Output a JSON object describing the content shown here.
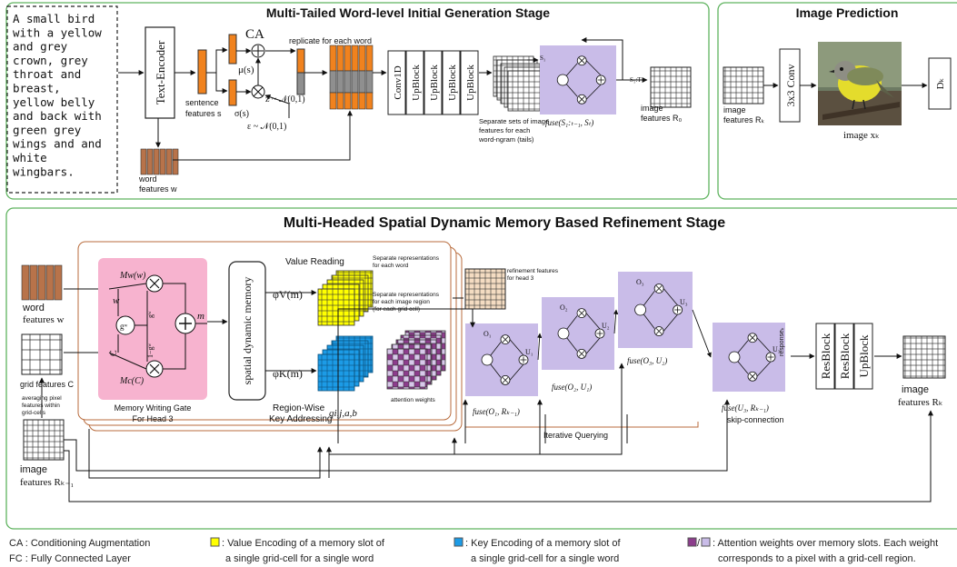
{
  "caption_text": [
    "A small bird",
    "with a yellow",
    "and grey",
    "crown, grey",
    "throat and",
    "breast,",
    "yellow belly",
    "and back with",
    "green grey",
    "wings and and",
    "white",
    "wingbars."
  ],
  "stage1": {
    "title": "Multi-Tailed Word-level Initial Generation Stage",
    "text_encoder": "Text-Encoder",
    "sentence_features": "sentence",
    "sentence_features2": "features s",
    "word_features": "word",
    "word_features2": "features w",
    "ca": "CA",
    "mu": "μ(s)",
    "sigma": "σ(s)",
    "z_eq": "z ~ 𝒩(0,1)",
    "eps_eq": "ε ~ 𝒩(0,1)",
    "replicate": "replicate for each word",
    "blocks": [
      "Conv1D",
      "UpBlock",
      "UpBlock",
      "UpBlock",
      "UpBlock"
    ],
    "tails_caption": [
      "Separate sets of image",
      "features for each",
      "word-ngram (tails)"
    ],
    "fuse_label": "fuse(S₁:ₜ₋₁, Sₜ)",
    "s_labels": [
      "S₁",
      "S₁:ₜ₋₁",
      "Sₜ",
      "S₁:T"
    ],
    "image_features": "image",
    "image_features2": "features R₀"
  },
  "stage2": {
    "title": "Image Prediction",
    "image_features": "image",
    "image_features2": "features Rₖ",
    "conv": "3x3 Conv",
    "image_label": "image xₖ",
    "disc": "Dₖ"
  },
  "stage3": {
    "title": "Multi-Headed Spatial Dynamic Memory Based Refinement Stage",
    "word_features": "word",
    "word_features2": "features w",
    "grid_features": "grid features C",
    "averaging_note": [
      "averaging pixel",
      "features within",
      "grid-cells"
    ],
    "image_features_prev": "image",
    "image_features_prev2": "features Rₖ₋₁",
    "mw_label": "Mw(w)",
    "mc_label": "Mc(C)",
    "gw_label": "gʷ",
    "gw_top": "gʷ",
    "gw_bottom": "1−gʷ",
    "w_label": "w",
    "c_label": "C",
    "m_label": "m",
    "gate_title": "Memory Writing Gate",
    "gate_title2": "For Head 3",
    "spatial_memory": "spatial dynamic memory",
    "value_reading": "Value Reading",
    "phi_v": "φV(m)",
    "phi_k": "φK(m)",
    "region_key": "Region-Wise",
    "region_key2": "Key Addressing",
    "q_label": "qi,j,a,b",
    "sep_word": [
      "Separate representations",
      "for each word"
    ],
    "sep_region": [
      "Separate representations",
      "for each image region",
      "(for each grid cell)"
    ],
    "attention_weights": "attention weights",
    "refinement": [
      "refinement features",
      "for head 3"
    ],
    "fuse1": "fuse(O₁, Rₖ₋₁)",
    "fuse2": "fuse(O₂, U₁)",
    "fuse3": "fuse(O₃, U₂)",
    "fuse4": "fuse(U₃, Rₖ₋₁)",
    "iterative": "Iterative Querying",
    "skip": "skip-connection",
    "o_labels": [
      "O₁",
      "O₂",
      "O₃"
    ],
    "u_labels": [
      "U₁",
      "U₂",
      "U₃"
    ],
    "res_blocks": [
      "ResBlock",
      "ResBlock",
      "UpBlock"
    ],
    "image_features_out": "image",
    "image_features_out2": "features Rₖ",
    "response": "responseₖ"
  },
  "legend": {
    "ca": "CA : Conditioning Augmentation",
    "fc": "FC : Fully Connected Layer",
    "value": [
      ": Value Encoding of a memory slot of",
      "a single grid-cell for a single word"
    ],
    "key": [
      ": Key Encoding of  a memory slot of",
      "a single grid-cell for a single word"
    ],
    "attn": [
      ": Attention weights over memory slots. Each weight",
      "corresponds to a pixel with a grid-cell region."
    ]
  },
  "colors": {
    "panel_border": "#5fb35f",
    "orange": "#f0821e",
    "brown": "#b8734a",
    "gray": "#8f8f8f",
    "pink": "#f7b3cf",
    "lavender": "#c9bce8",
    "yellow": "#ffff00",
    "blue": "#1c9be6",
    "purple": "#8c3d8c",
    "peach": "#f4dcc2"
  }
}
